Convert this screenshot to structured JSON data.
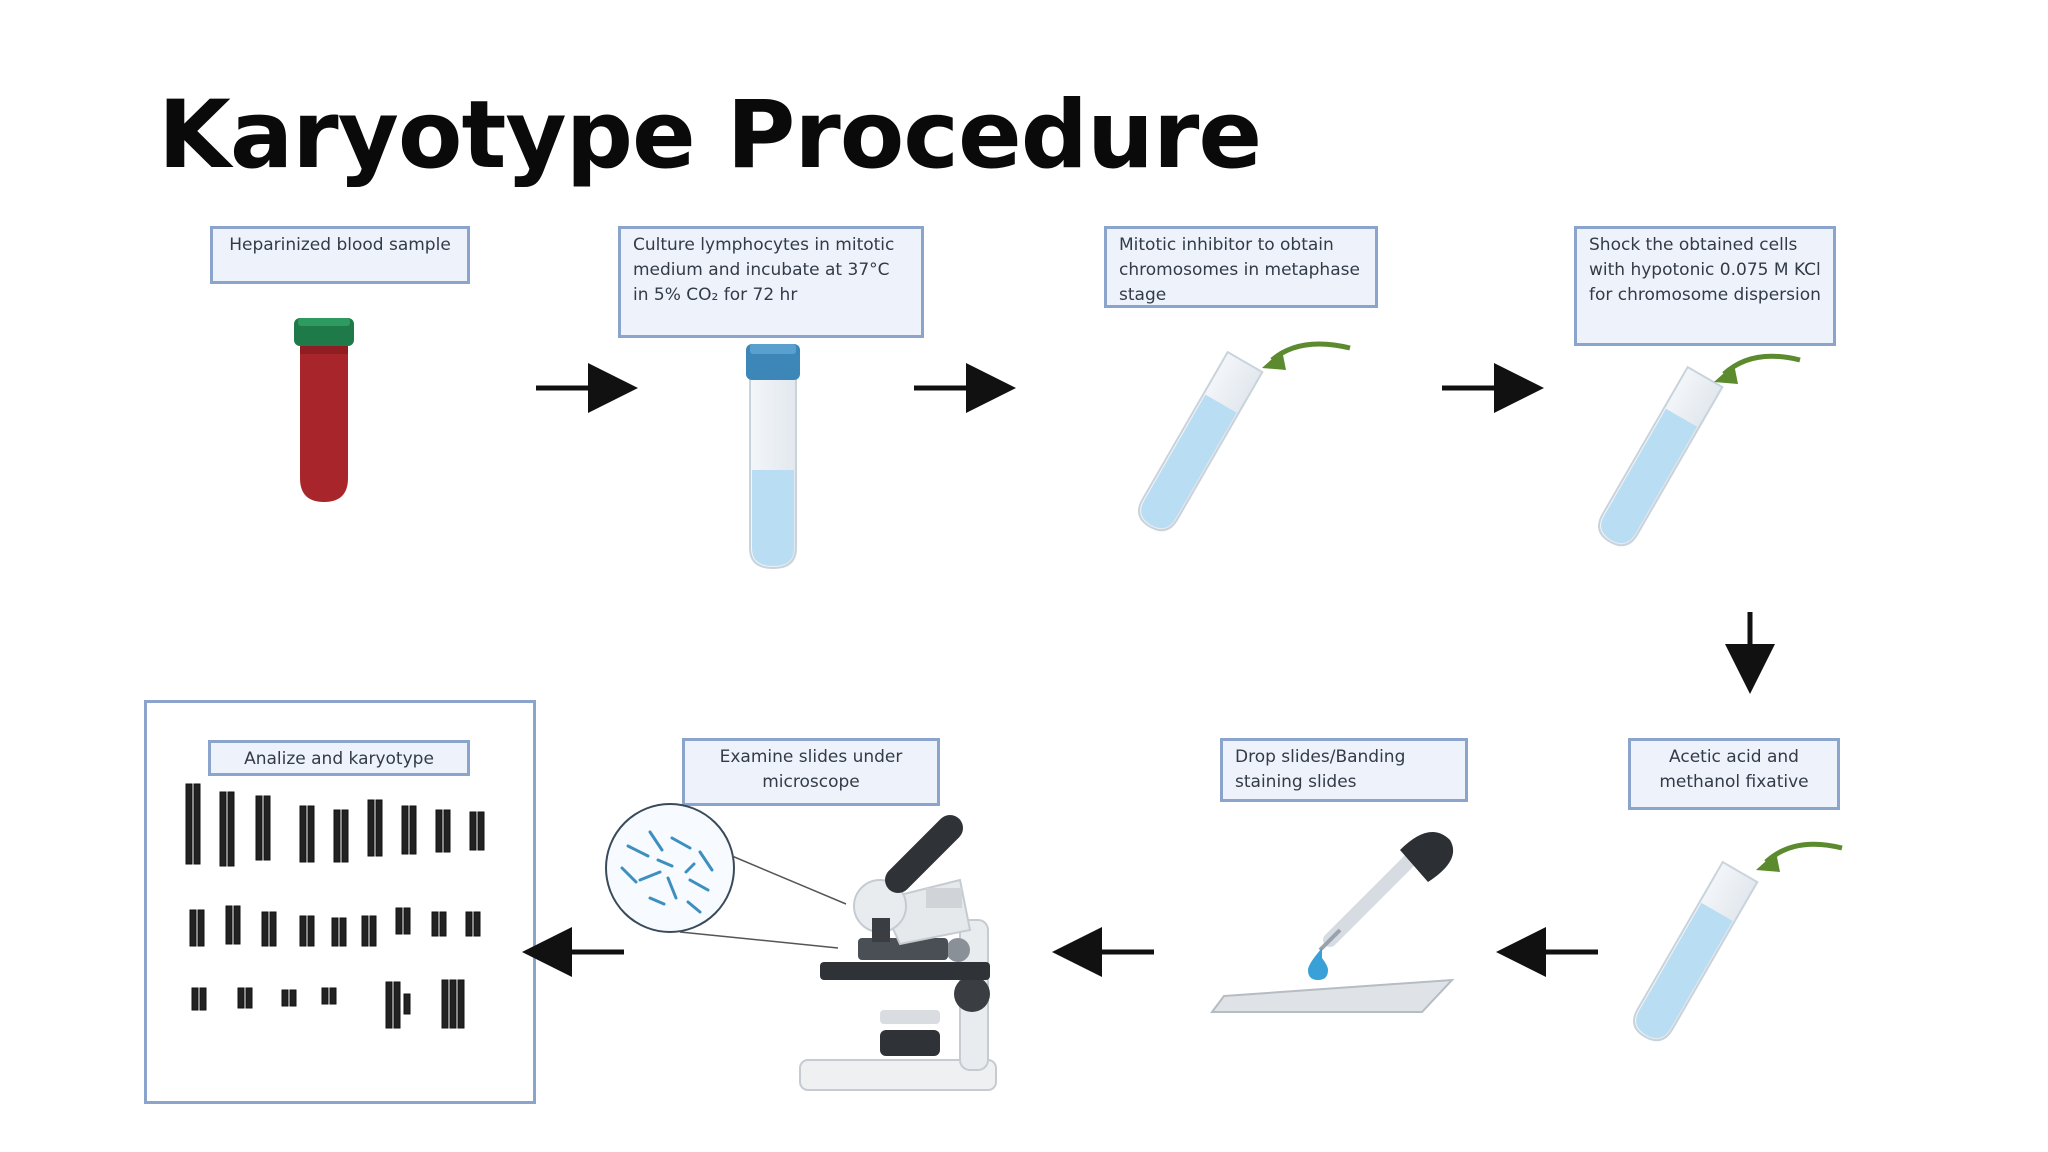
{
  "title": "Karyotype Procedure",
  "steps": {
    "s1": "Heparinized blood sample",
    "s2": "Culture lymphocytes in mitotic medium and incubate at 37°C in 5% CO₂ for 72 hr",
    "s3": "Mitotic inhibitor to obtain chromosomes in metaphase stage",
    "s4": "Shock the obtained cells with hypotonic 0.075 M KCl for chromosome dispersion",
    "s5": "Acetic acid and methanol fixative",
    "s6": "Drop slides/Banding staining slides",
    "s7": "Examine slides under microscope",
    "s8": "Analize and karyotype"
  },
  "colors": {
    "blood": "#a8252b",
    "cap_green": "#1f7a4a",
    "cap_blue": "#3d86b8",
    "liquid": "#b9ddf2",
    "box_border": "#8aa4cc",
    "arrow_green": "#5c8a2e"
  }
}
